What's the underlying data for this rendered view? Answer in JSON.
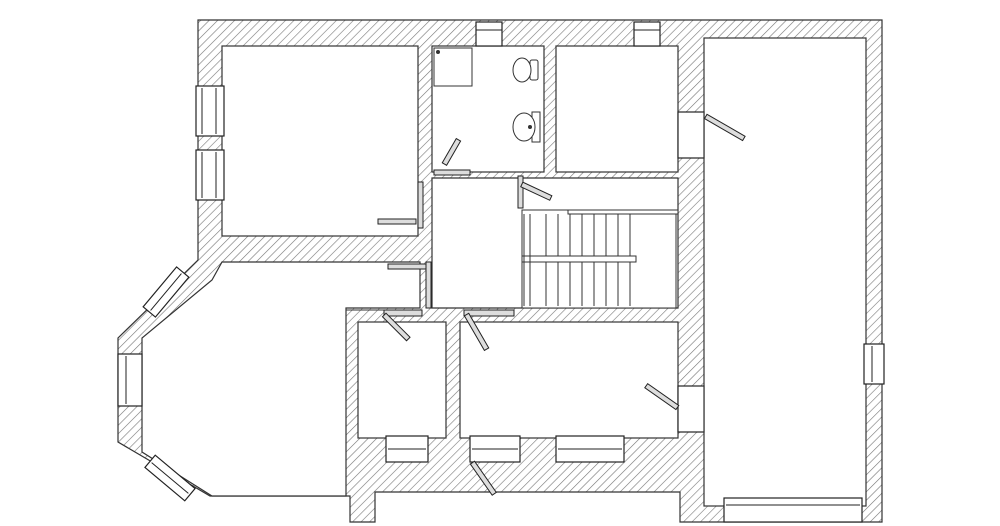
{
  "plan": {
    "background": "#ffffff",
    "wall_line_color": "#333333",
    "hatch_color": "#777777",
    "rooms": [
      "bedroom-northwest",
      "bathroom",
      "room-north-center",
      "long-room-east",
      "hall",
      "living-room-bay",
      "small-room-south",
      "room-south-center"
    ],
    "fixtures": [
      "shower-tray-icon",
      "toilet-icon",
      "washbasin-icon",
      "staircase-icon"
    ]
  }
}
